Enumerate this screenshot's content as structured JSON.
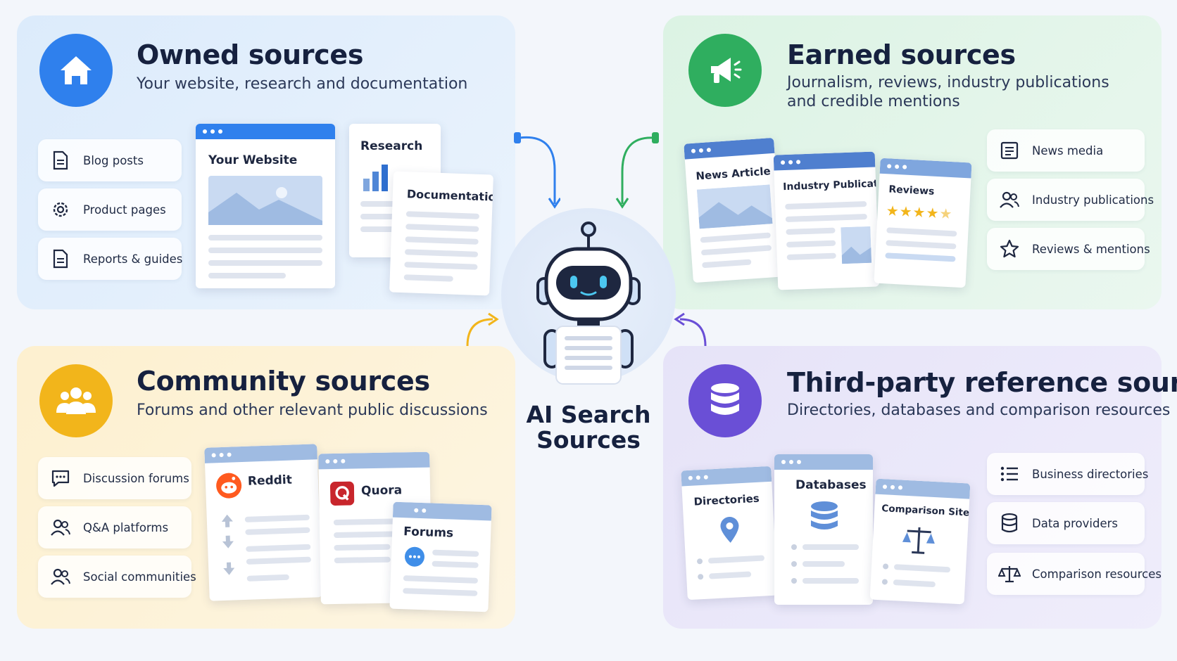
{
  "center": {
    "title_line1": "AI Search",
    "title_line2": "Sources"
  },
  "colors": {
    "owned": "#2f80ed",
    "earned": "#2fae5f",
    "community": "#f2b51b",
    "third": "#6a4fd6"
  },
  "owned": {
    "title": "Owned sources",
    "subtitle": "Your website, research and documentation",
    "icon": "house-icon",
    "chips": [
      {
        "label": "Blog posts",
        "icon": "document-icon"
      },
      {
        "label": "Product pages",
        "icon": "gear-icon"
      },
      {
        "label": "Reports & guides",
        "icon": "document-icon"
      }
    ],
    "cards": {
      "website": "Your Website",
      "research": "Research",
      "documentation": "Documentation"
    }
  },
  "earned": {
    "title": "Earned sources",
    "subtitle_line1": "Journalism, reviews, industry publications",
    "subtitle_line2": "and credible mentions",
    "icon": "megaphone-icon",
    "chips": [
      {
        "label": "News media",
        "icon": "newspaper-icon"
      },
      {
        "label": "Industry publications",
        "icon": "people-icon"
      },
      {
        "label": "Reviews & mentions",
        "icon": "star-icon"
      }
    ],
    "cards": {
      "news": "News Article",
      "industry": "Industry Publication",
      "reviews": "Reviews"
    }
  },
  "community": {
    "title": "Community sources",
    "subtitle": "Forums and other relevant public discussions",
    "icon": "group-icon",
    "chips": [
      {
        "label": "Discussion forums",
        "icon": "chat-icon"
      },
      {
        "label": "Q&A platforms",
        "icon": "people-icon"
      },
      {
        "label": "Social communities",
        "icon": "people-icon"
      }
    ],
    "cards": {
      "reddit": "Reddit",
      "quora": "Quora",
      "forums": "Forums"
    }
  },
  "third": {
    "title": "Third-party reference sources",
    "subtitle": "Directories, databases and comparison resources",
    "icon": "database-icon",
    "chips": [
      {
        "label": "Business directories",
        "icon": "list-icon"
      },
      {
        "label": "Data providers",
        "icon": "database-icon"
      },
      {
        "label": "Comparison resources",
        "icon": "scale-icon"
      }
    ],
    "cards": {
      "directories": "Directories",
      "databases": "Databases",
      "comparison": "Comparison Sites"
    }
  }
}
